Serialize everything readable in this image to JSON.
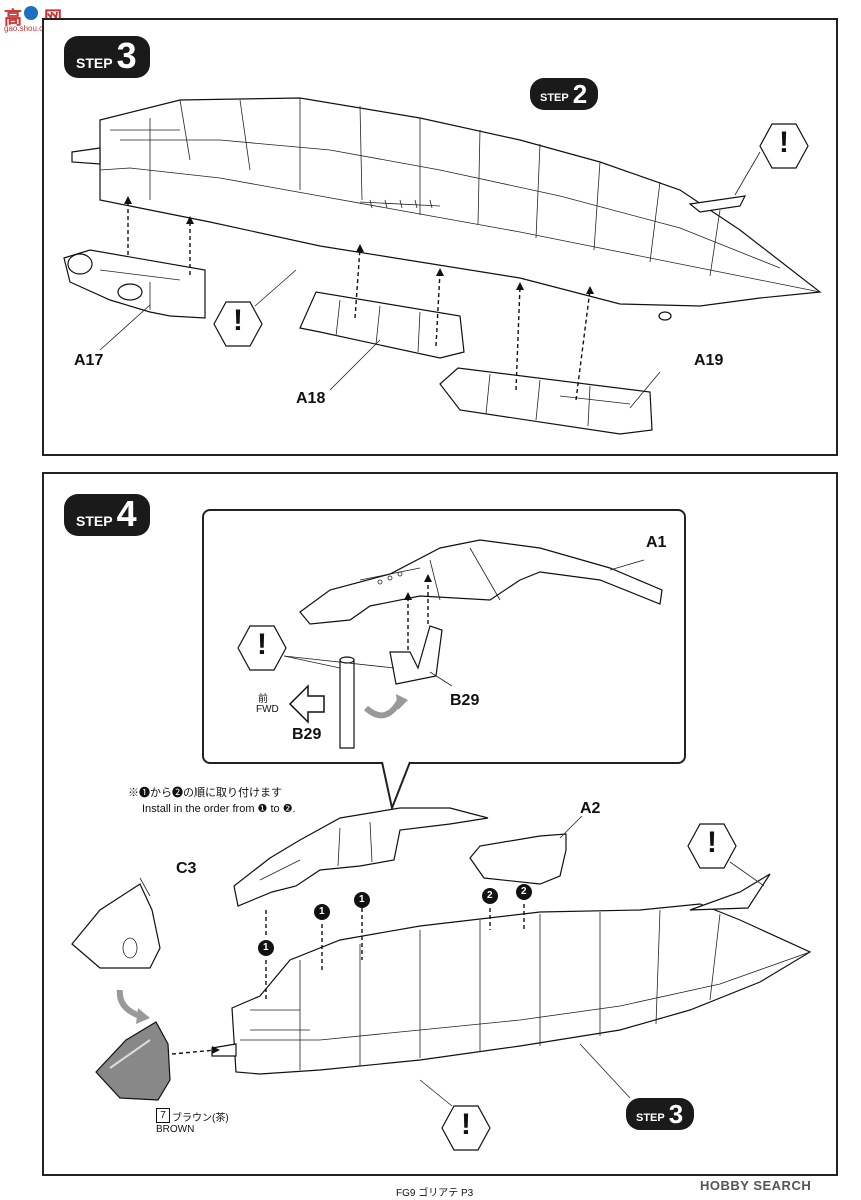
{
  "watermark": {
    "text": "gao.shou.com"
  },
  "step3": {
    "word": "STEP",
    "number": "3"
  },
  "step3_ref": {
    "word": "STEP",
    "number": "2"
  },
  "step3_parts": {
    "a17": "A17",
    "a18": "A18",
    "a19": "A19"
  },
  "step4": {
    "word": "STEP",
    "number": "4"
  },
  "step4_ref": {
    "word": "STEP",
    "number": "3"
  },
  "inset": {
    "a1": "A1",
    "b29_right": "B29",
    "b29_left": "B29",
    "fwd_jp": "前",
    "fwd_en": "FWD"
  },
  "note": {
    "jp": "※❶から❷の順に取り付けます",
    "en": "Install in the order from ❶ to ❷."
  },
  "step4_parts": {
    "a2": "A2",
    "c3": "C3"
  },
  "paint": {
    "number": "7",
    "jp": "ブラウン(茶)",
    "en": "BROWN"
  },
  "order_markers": {
    "one": "1",
    "two": "2"
  },
  "caution": {
    "symbol": "!"
  },
  "footer": {
    "page": "FG9 ゴリアテ P3",
    "brand": "HOBBY SEARCH"
  },
  "colors": {
    "badge": "#1a1a1a",
    "paint_fill": "#888888"
  }
}
